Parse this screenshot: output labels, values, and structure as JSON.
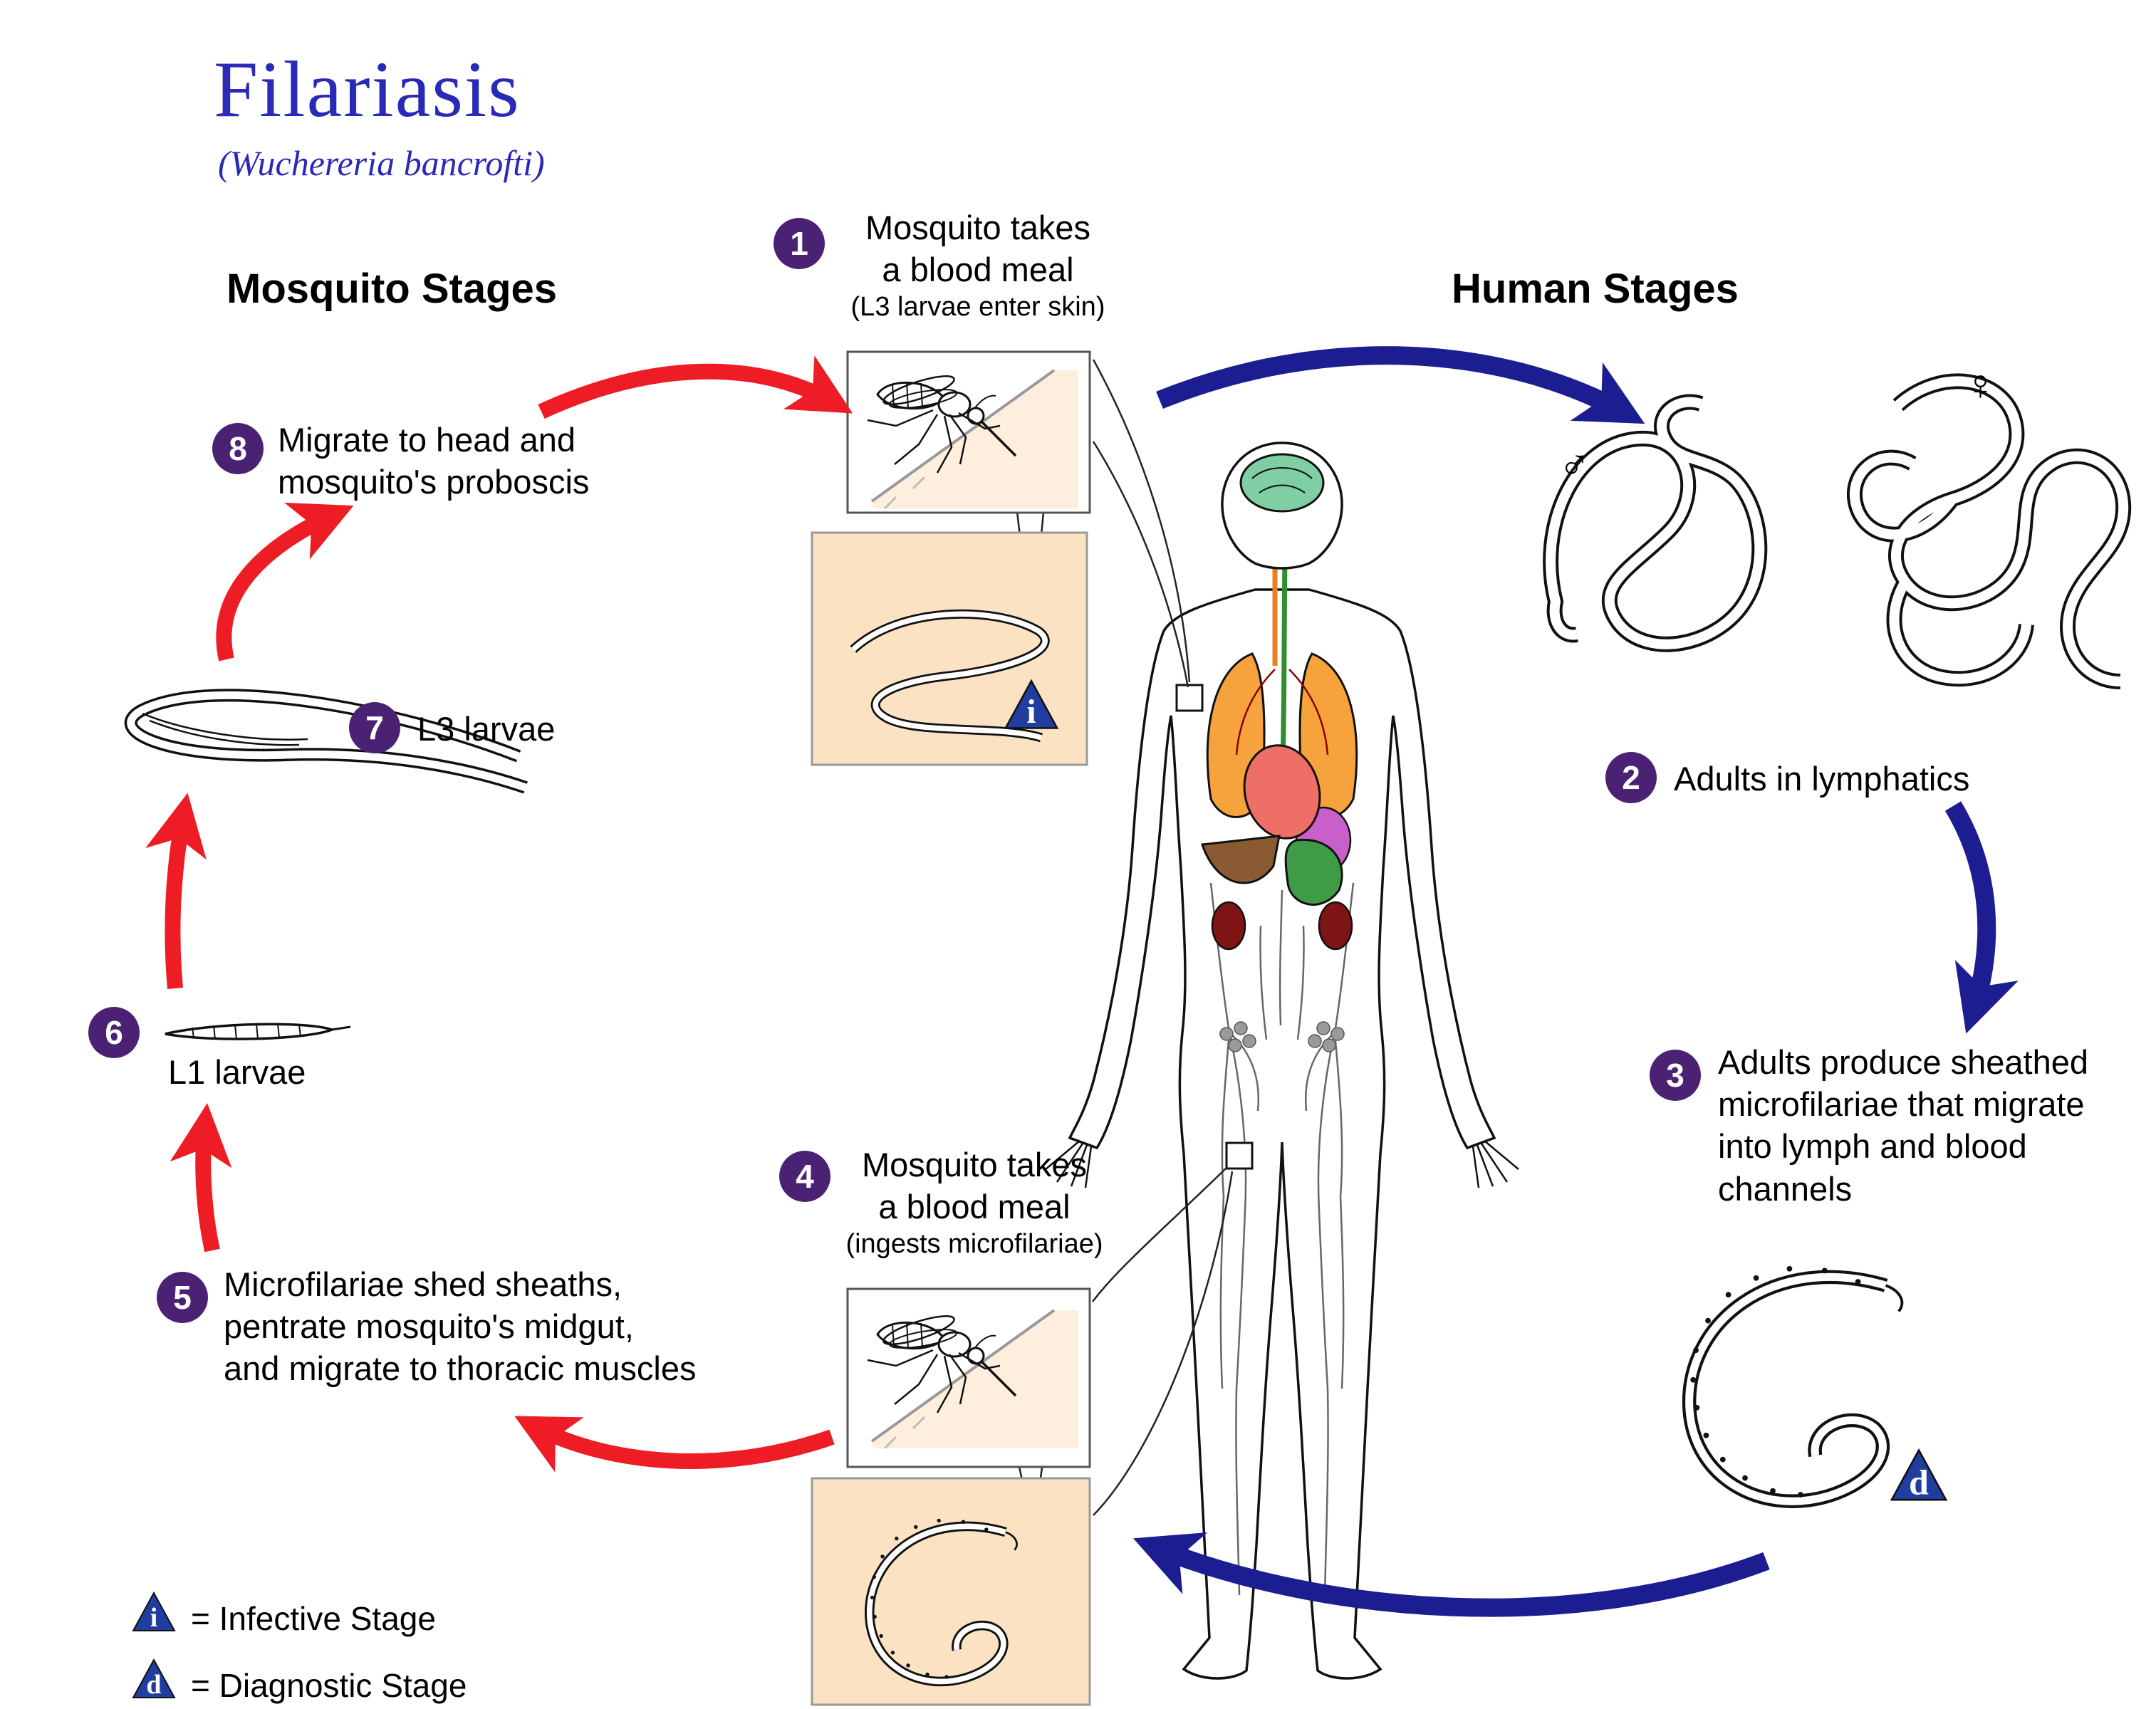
{
  "title": "Filariasis",
  "subtitle": "(Wuchereria bancrofti)",
  "headers": {
    "mosquito": "Mosquito Stages",
    "human": "Human Stages"
  },
  "stages": {
    "s1": {
      "num": "1",
      "line1": "Mosquito takes",
      "line2": "a blood meal",
      "note": "(L3 larvae enter skin)"
    },
    "s2": {
      "num": "2",
      "label": "Adults in lymphatics"
    },
    "s3": {
      "num": "3",
      "line1": "Adults produce sheathed",
      "line2": "microfilariae that migrate",
      "line3": "into lymph and blood",
      "line4": "channels"
    },
    "s4": {
      "num": "4",
      "line1": "Mosquito takes",
      "line2": "a blood meal",
      "note": "(ingests microfilariae)"
    },
    "s5": {
      "num": "5",
      "line1": "Microfilariae shed sheaths,",
      "line2": "pentrate mosquito's midgut,",
      "line3": "and migrate to thoracic muscles"
    },
    "s6": {
      "num": "6",
      "label": "L1 larvae"
    },
    "s7": {
      "num": "7",
      "label": "L3 larvae"
    },
    "s8": {
      "num": "8",
      "line1": "Migrate to head and",
      "line2": "mosquito's proboscis"
    }
  },
  "legend": {
    "infective": {
      "symbol": "i",
      "label": "= Infective Stage"
    },
    "diagnostic": {
      "symbol": "d",
      "label": "= Diagnostic Stage"
    }
  },
  "symbols": {
    "male": "♂",
    "female": "♀"
  },
  "colors": {
    "title_blue": "#2a2ab8",
    "stage_purple": "#4b2273",
    "arrow_red": "#ee1c25",
    "arrow_blue": "#1d1d92",
    "triangle_blue": "#203da0",
    "peach_box": "#fae2c3"
  }
}
